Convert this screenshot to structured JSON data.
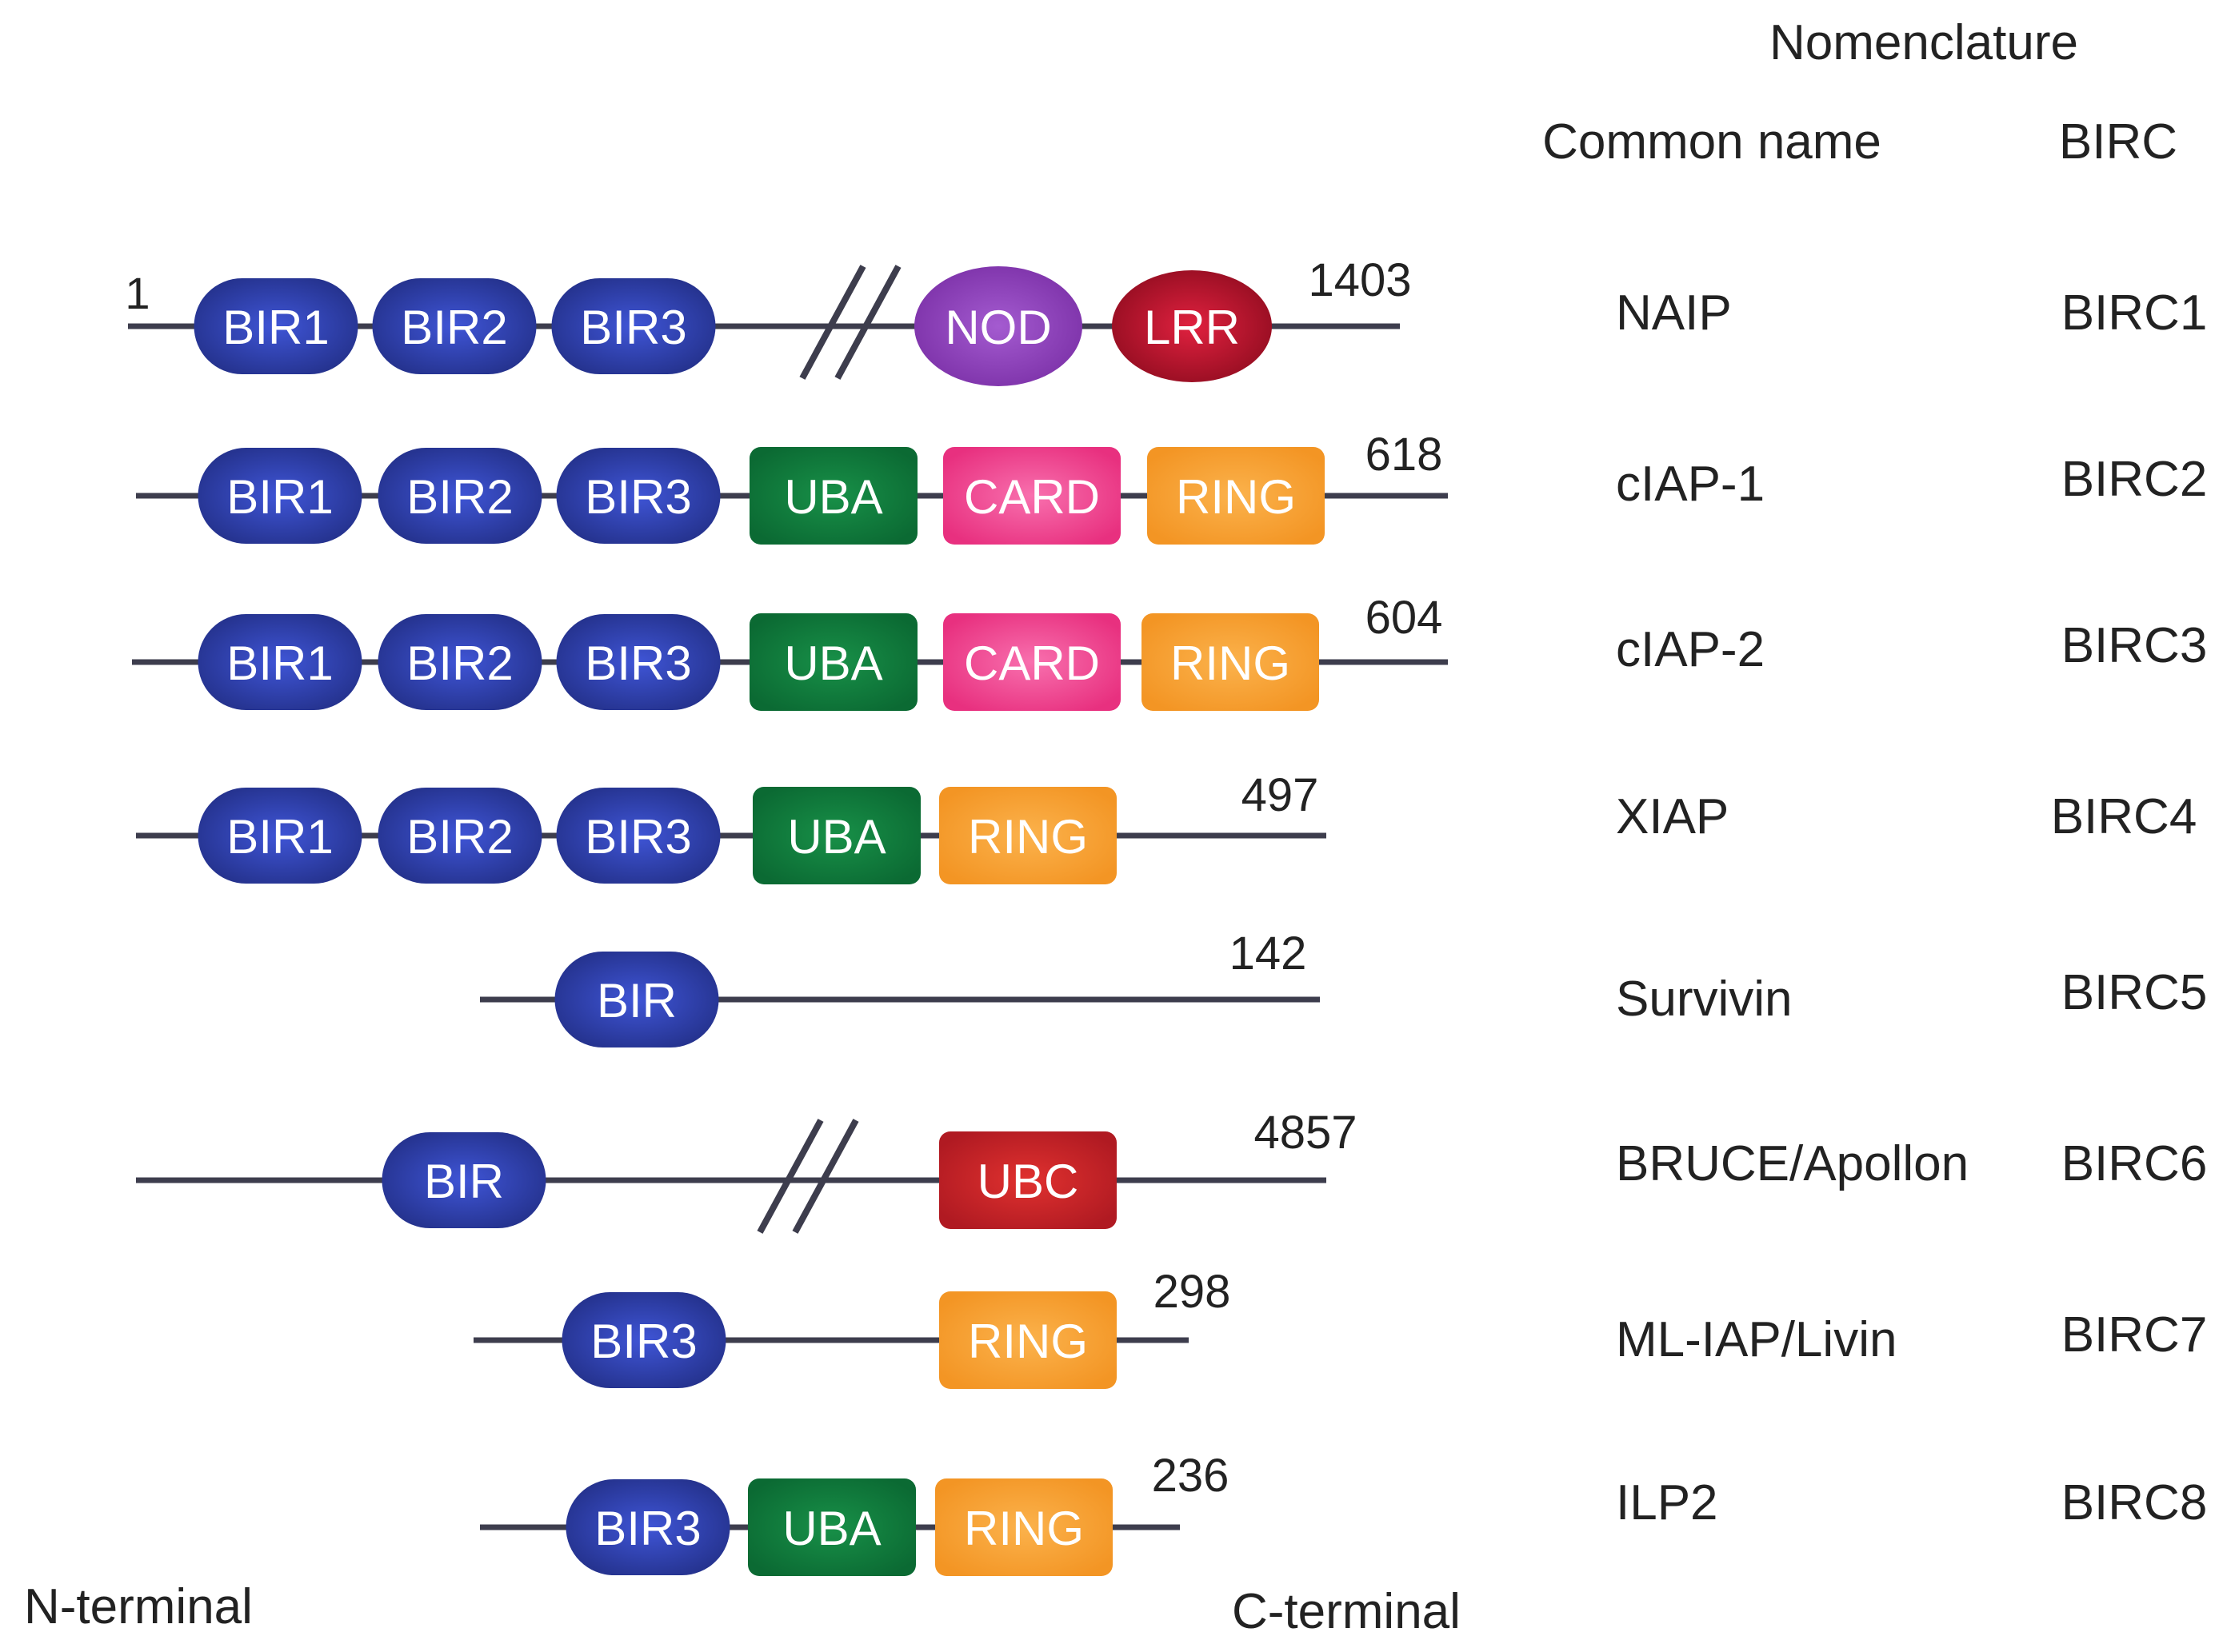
{
  "header": {
    "nomenclature": "Nomenclature",
    "common_name": "Common name",
    "birc": "BIRC"
  },
  "footer": {
    "n_terminal": "N-terminal",
    "c_terminal": "C-terminal"
  },
  "colors": {
    "BIR": "#2b3a9e",
    "NOD": "#8b3fb5",
    "LRR": "#b3122a",
    "UBA": "#0f7a3c",
    "CARD": "#ec3a8f",
    "RING": "#f7a02e",
    "UBC": "#c8202a",
    "line": "#3d3d4d"
  },
  "proteins": [
    {
      "name": "NAIP",
      "birc": "BIRC1",
      "start_label": "1",
      "end_label": "1403",
      "domains": [
        {
          "label": "BIR1",
          "type": "BIR"
        },
        {
          "label": "BIR2",
          "type": "BIR"
        },
        {
          "label": "BIR3",
          "type": "BIR"
        },
        {
          "label": "NOD",
          "type": "NOD"
        },
        {
          "label": "LRR",
          "type": "LRR"
        }
      ],
      "break": true
    },
    {
      "name": "cIAP-1",
      "birc": "BIRC2",
      "end_label": "618",
      "domains": [
        {
          "label": "BIR1",
          "type": "BIR"
        },
        {
          "label": "BIR2",
          "type": "BIR"
        },
        {
          "label": "BIR3",
          "type": "BIR"
        },
        {
          "label": "UBA",
          "type": "UBA"
        },
        {
          "label": "CARD",
          "type": "CARD"
        },
        {
          "label": "RING",
          "type": "RING"
        }
      ]
    },
    {
      "name": "cIAP-2",
      "birc": "BIRC3",
      "end_label": "604",
      "domains": [
        {
          "label": "BIR1",
          "type": "BIR"
        },
        {
          "label": "BIR2",
          "type": "BIR"
        },
        {
          "label": "BIR3",
          "type": "BIR"
        },
        {
          "label": "UBA",
          "type": "UBA"
        },
        {
          "label": "CARD",
          "type": "CARD"
        },
        {
          "label": "RING",
          "type": "RING"
        }
      ]
    },
    {
      "name": "XIAP",
      "birc": "BIRC4",
      "end_label": "497",
      "domains": [
        {
          "label": "BIR1",
          "type": "BIR"
        },
        {
          "label": "BIR2",
          "type": "BIR"
        },
        {
          "label": "BIR3",
          "type": "BIR"
        },
        {
          "label": "UBA",
          "type": "UBA"
        },
        {
          "label": "RING",
          "type": "RING"
        }
      ]
    },
    {
      "name": "Survivin",
      "birc": "BIRC5",
      "end_label": "142",
      "domains": [
        {
          "label": "BIR",
          "type": "BIR"
        }
      ]
    },
    {
      "name": "BRUCE/Apollon",
      "birc": "BIRC6",
      "end_label": "4857",
      "domains": [
        {
          "label": "BIR",
          "type": "BIR"
        },
        {
          "label": "UBC",
          "type": "UBC"
        }
      ],
      "break": true
    },
    {
      "name": "ML-IAP/Livin",
      "birc": "BIRC7",
      "end_label": "298",
      "domains": [
        {
          "label": "BIR3",
          "type": "BIR"
        },
        {
          "label": "RING",
          "type": "RING"
        }
      ]
    },
    {
      "name": "ILP2",
      "birc": "BIRC8",
      "end_label": "236",
      "domains": [
        {
          "label": "BIR3",
          "type": "BIR"
        },
        {
          "label": "UBA",
          "type": "UBA"
        },
        {
          "label": "RING",
          "type": "RING"
        }
      ]
    }
  ]
}
